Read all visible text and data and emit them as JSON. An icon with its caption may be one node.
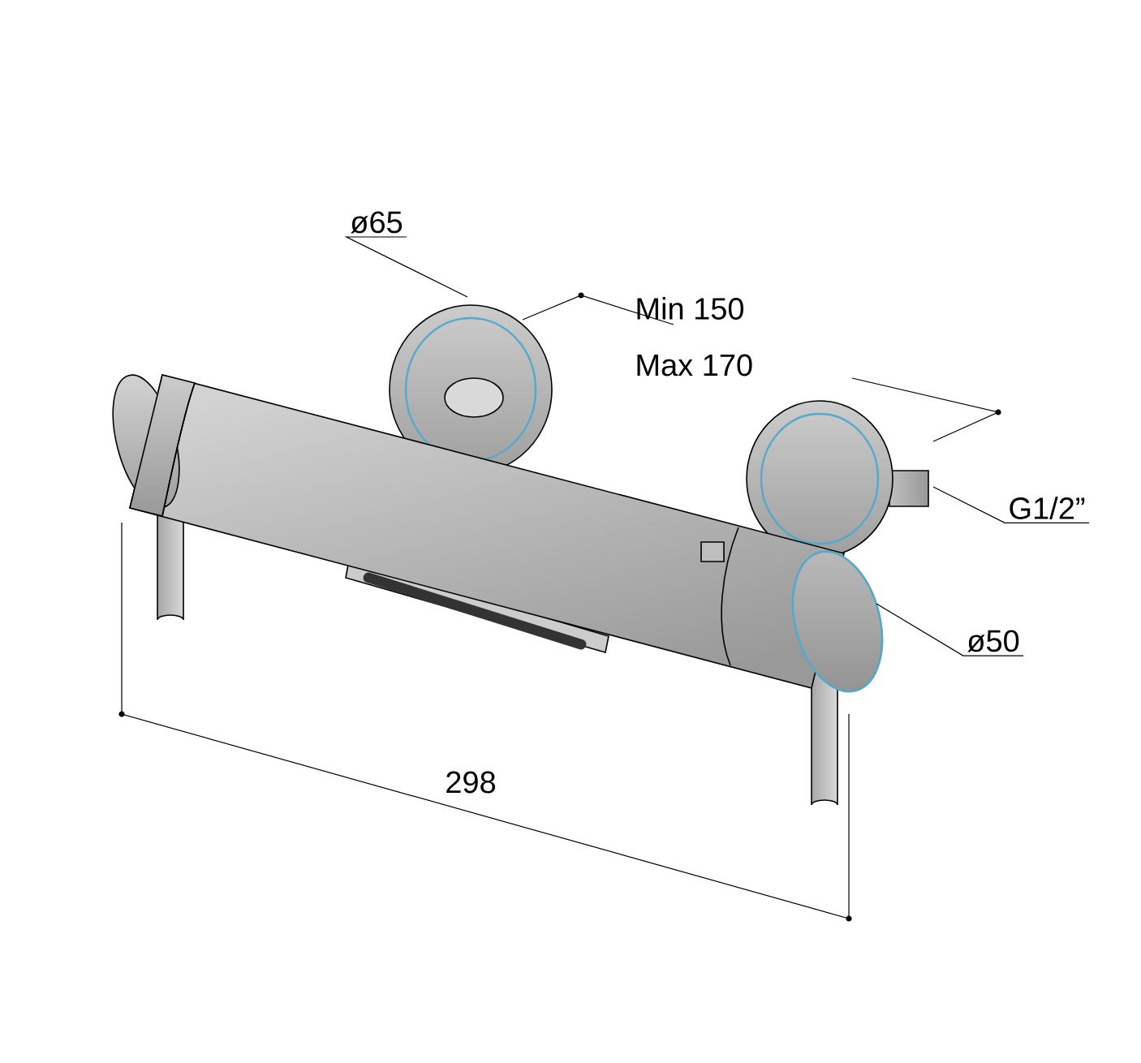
{
  "diagram": {
    "nodes": [
      {
        "text": [
          "ø65"
        ]
      },
      {
        "text": [
          "G1/2”"
        ]
      },
      {
        "text": [
          "ø50"
        ]
      }
    ],
    "edges": [
      {
        "from": 0,
        "to": null,
        "arrow": "none"
      },
      {
        "from": 1,
        "to": null,
        "arrow": "none"
      },
      {
        "from": 2,
        "to": null,
        "arrow": "none"
      }
    ],
    "labels": [
      "Min 150",
      "Max 170",
      "298"
    ]
  }
}
